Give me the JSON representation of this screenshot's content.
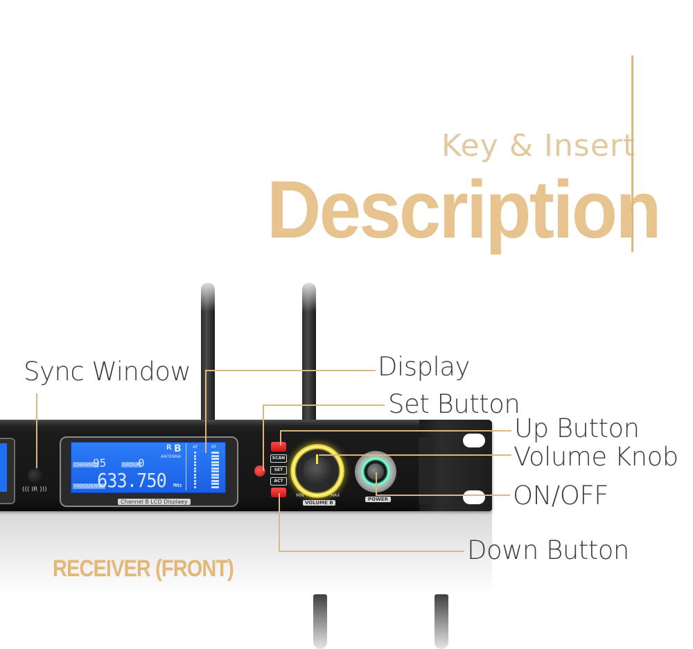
{
  "header": {
    "subtitle": "Key & Insert",
    "title": "Description"
  },
  "callouts": {
    "sync_window": "Sync Window",
    "display": "Display",
    "set_button": "Set Button",
    "up_button": "Up Button",
    "volume_knob": "Volume Knob",
    "on_off": "ON/OFF",
    "down_button": "Down Button"
  },
  "device": {
    "ir_label": "((( IR )))",
    "lcd": {
      "channel_tag": "CHANNEL",
      "channel_value": "95",
      "group_tag": "GROUP",
      "group_value": "0",
      "frequency_tag": "FREQUENCY",
      "frequency_value": "633.750",
      "unit": "MHz",
      "channel_letter": "B",
      "antenna_label": "ANTENNA",
      "af_label": "AF",
      "rf_label": "RF",
      "caption": "Channel B LCD Displaey"
    },
    "buttons": {
      "scan": "SCAN",
      "set": "SET",
      "act": "ACT"
    },
    "volume": {
      "min": "MIN",
      "max": "MAX",
      "label": "VOLUME B"
    },
    "power_label": "POWER"
  },
  "footer": {
    "receiver_label": "RECEIVER (FRONT)"
  },
  "colors": {
    "title_accent": "#e7c48f",
    "callout_line": "#d9b885",
    "lcd_blue": "#1f6ff5",
    "volume_glow": "#f5e642",
    "power_glow": "#2ef0a8",
    "red_button": "#e02020"
  }
}
